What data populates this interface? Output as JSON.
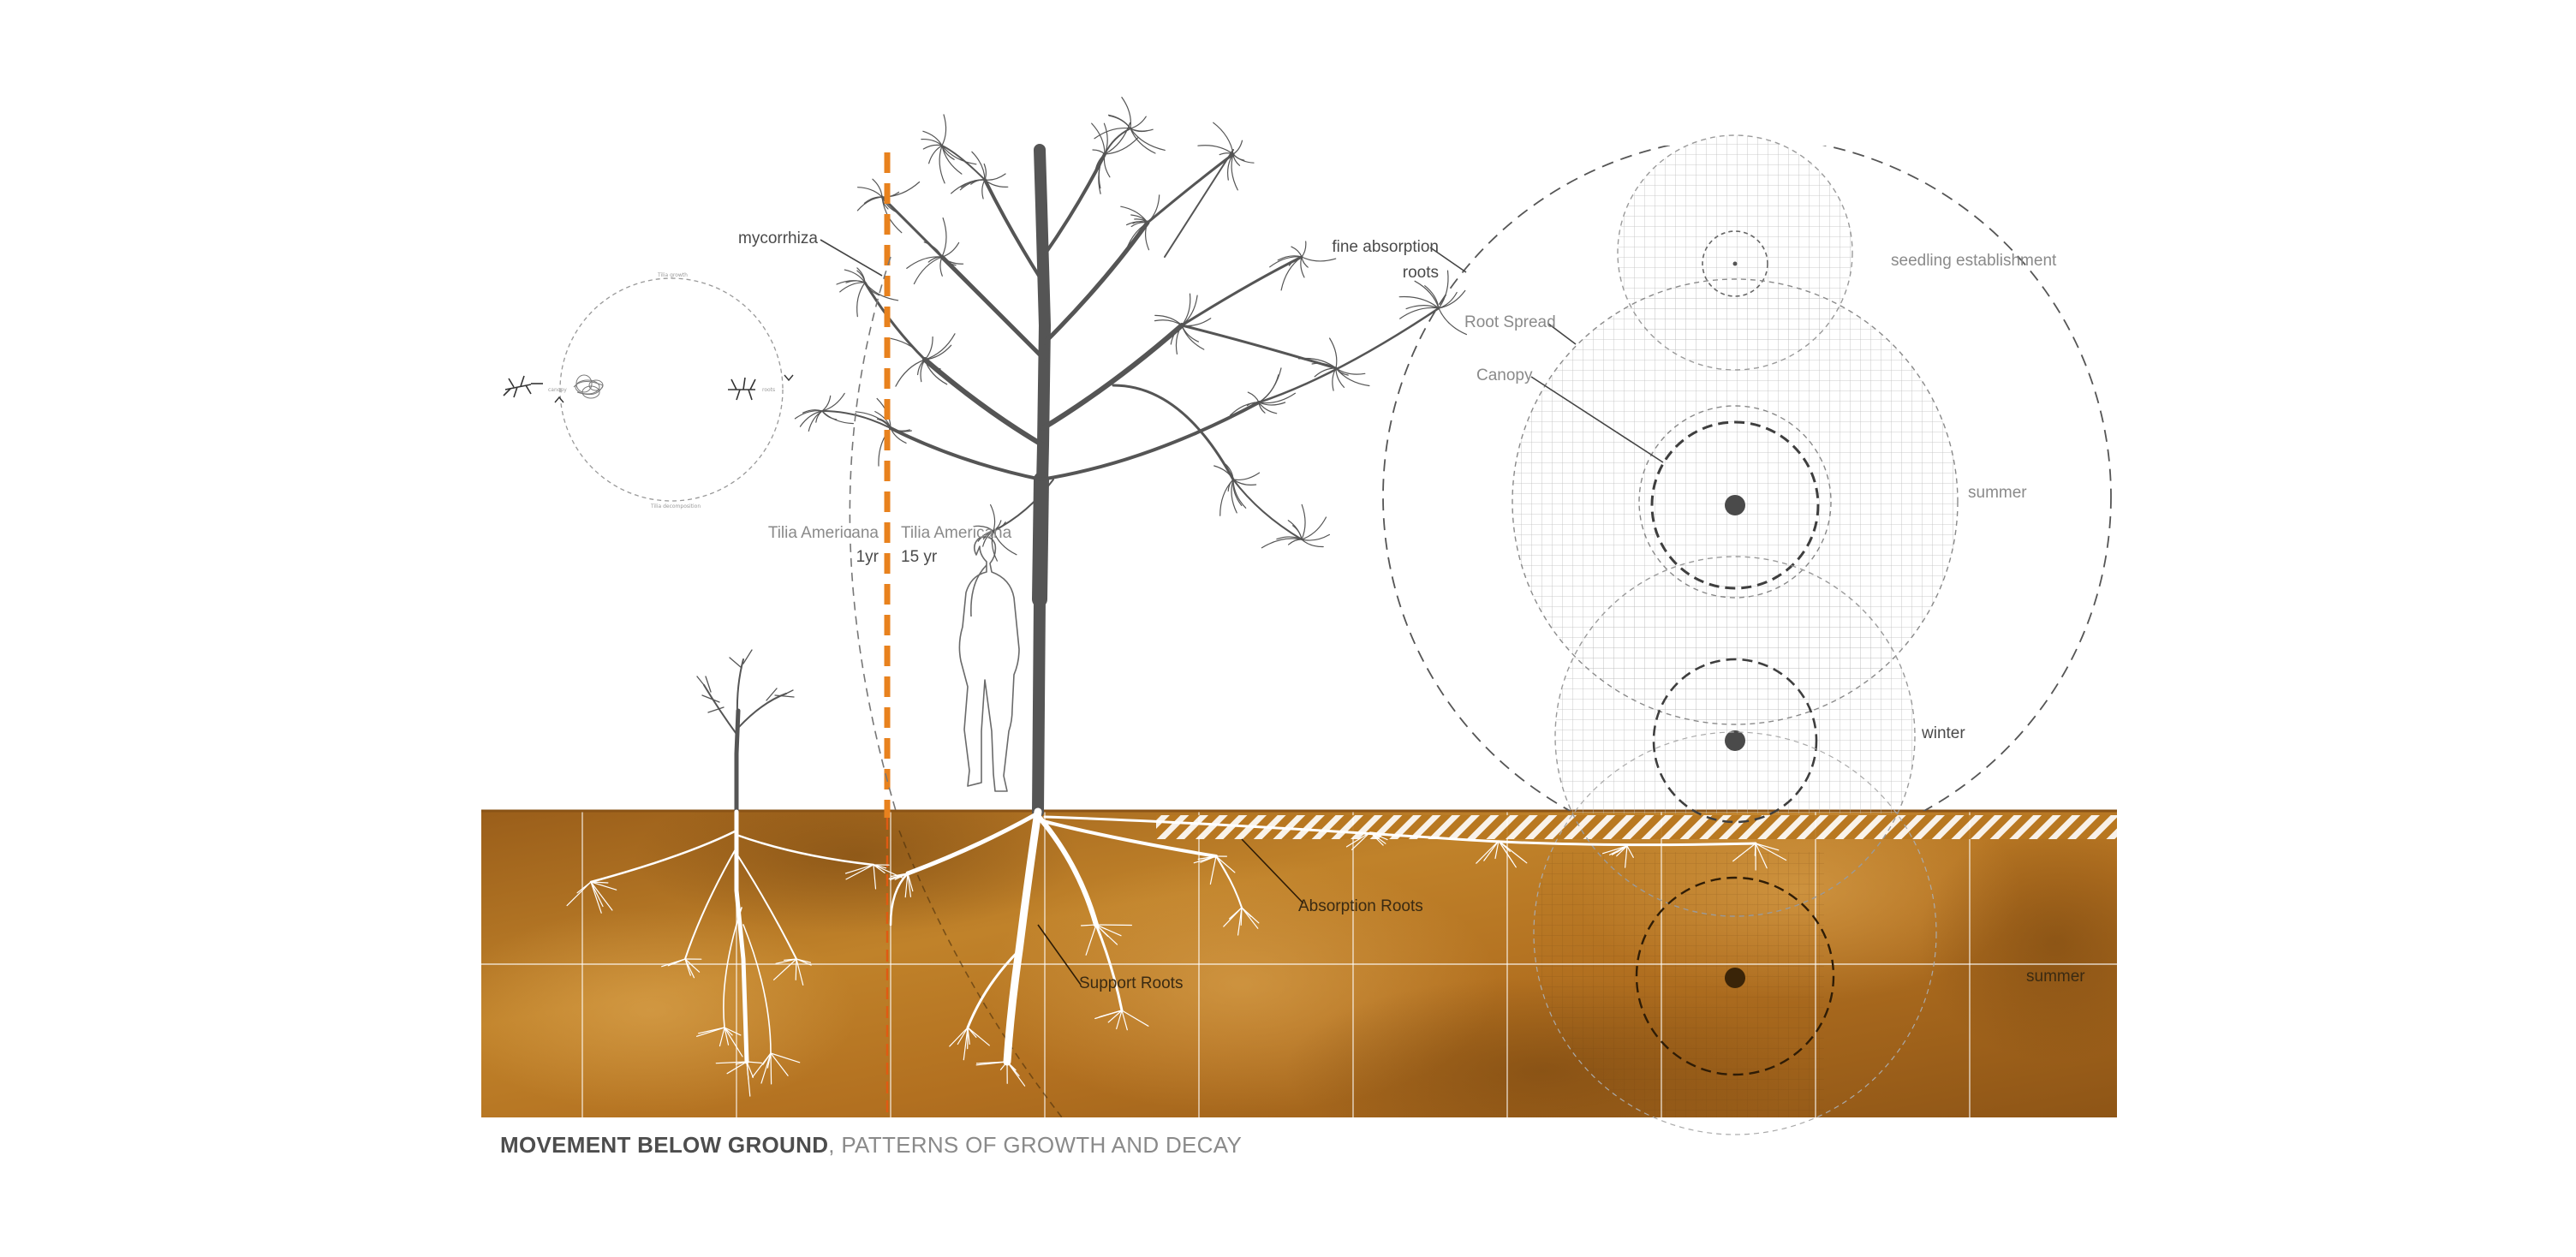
{
  "labels": {
    "mycorrhiza": "mycorrhiza",
    "fine_absorption_line1": "fine absorption",
    "fine_absorption_line2": "roots",
    "root_spread": "Root Spread",
    "canopy": "Canopy",
    "seedling_establishment": "seedling establishment",
    "summer_above": "summer",
    "winter": "winter",
    "summer_below": "summer",
    "tilia_left_name": "Tilia Americana",
    "tilia_left_age": "1yr",
    "tilia_right_name": "Tilia Americana",
    "tilia_right_age": "15 yr",
    "absorption_roots": "Absorption Roots",
    "support_roots": "Support Roots"
  },
  "caption": {
    "bold": "MOVEMENT BELOW GROUND",
    "rest": ", PATTERNS OF GROWTH AND DECAY"
  },
  "cycle_diagram": {
    "top": "Tilia growth",
    "bottom": "Tilia decomposition",
    "left": "canopy",
    "right": "roots"
  },
  "colors": {
    "soil_dark": "#8a5316",
    "soil_mid": "#b3741f",
    "soil_light": "#cf9840",
    "tree": "#555555",
    "orange_dash": "#e8821e",
    "dash_lines": "#555555"
  }
}
